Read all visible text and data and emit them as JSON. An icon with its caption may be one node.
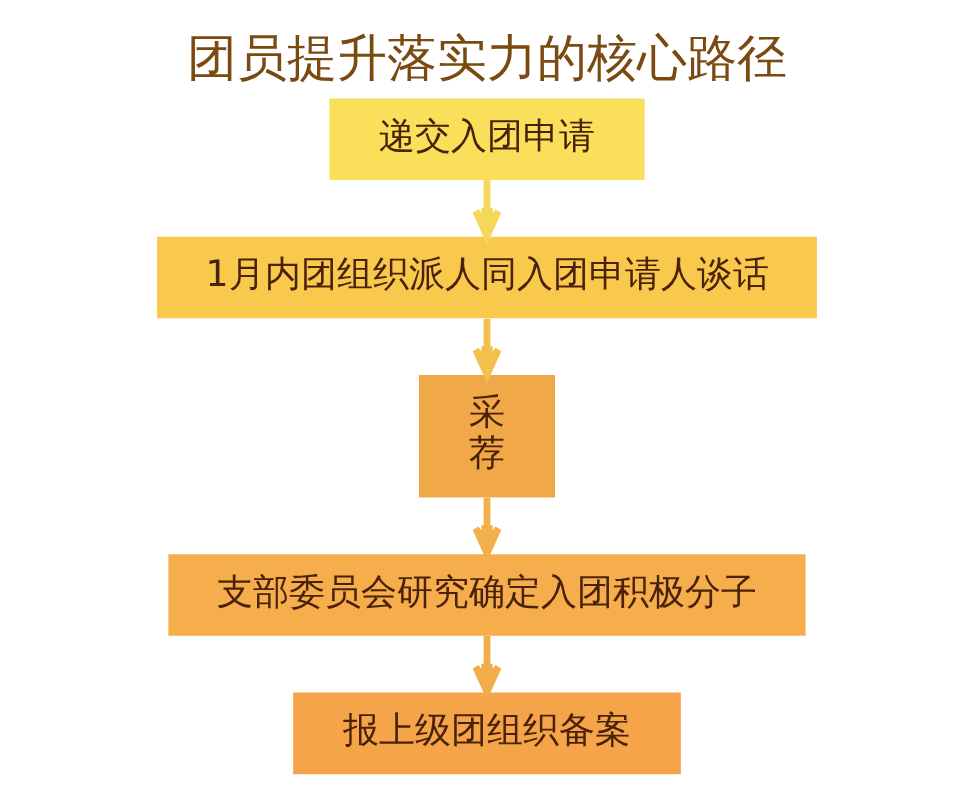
{
  "diagram": {
    "title": "团员提升落实力的核心路径",
    "nodes": [
      {
        "text": [
          "递交入团申请"
        ]
      },
      {
        "text": [
          "1月内团组织派人同入团申请人谈话"
        ]
      },
      {
        "text": [
          "采",
          "荐"
        ]
      },
      {
        "text": [
          "支部委员会研究确定入团积极分子"
        ]
      },
      {
        "text": [
          "报上级团组织备案"
        ]
      }
    ],
    "edges": [
      {
        "from": 0,
        "to": 1,
        "arrow": "to"
      },
      {
        "from": 1,
        "to": 2,
        "arrow": "to"
      },
      {
        "from": 2,
        "to": 3,
        "arrow": "to"
      },
      {
        "from": 3,
        "to": 4,
        "arrow": "to"
      }
    ]
  }
}
